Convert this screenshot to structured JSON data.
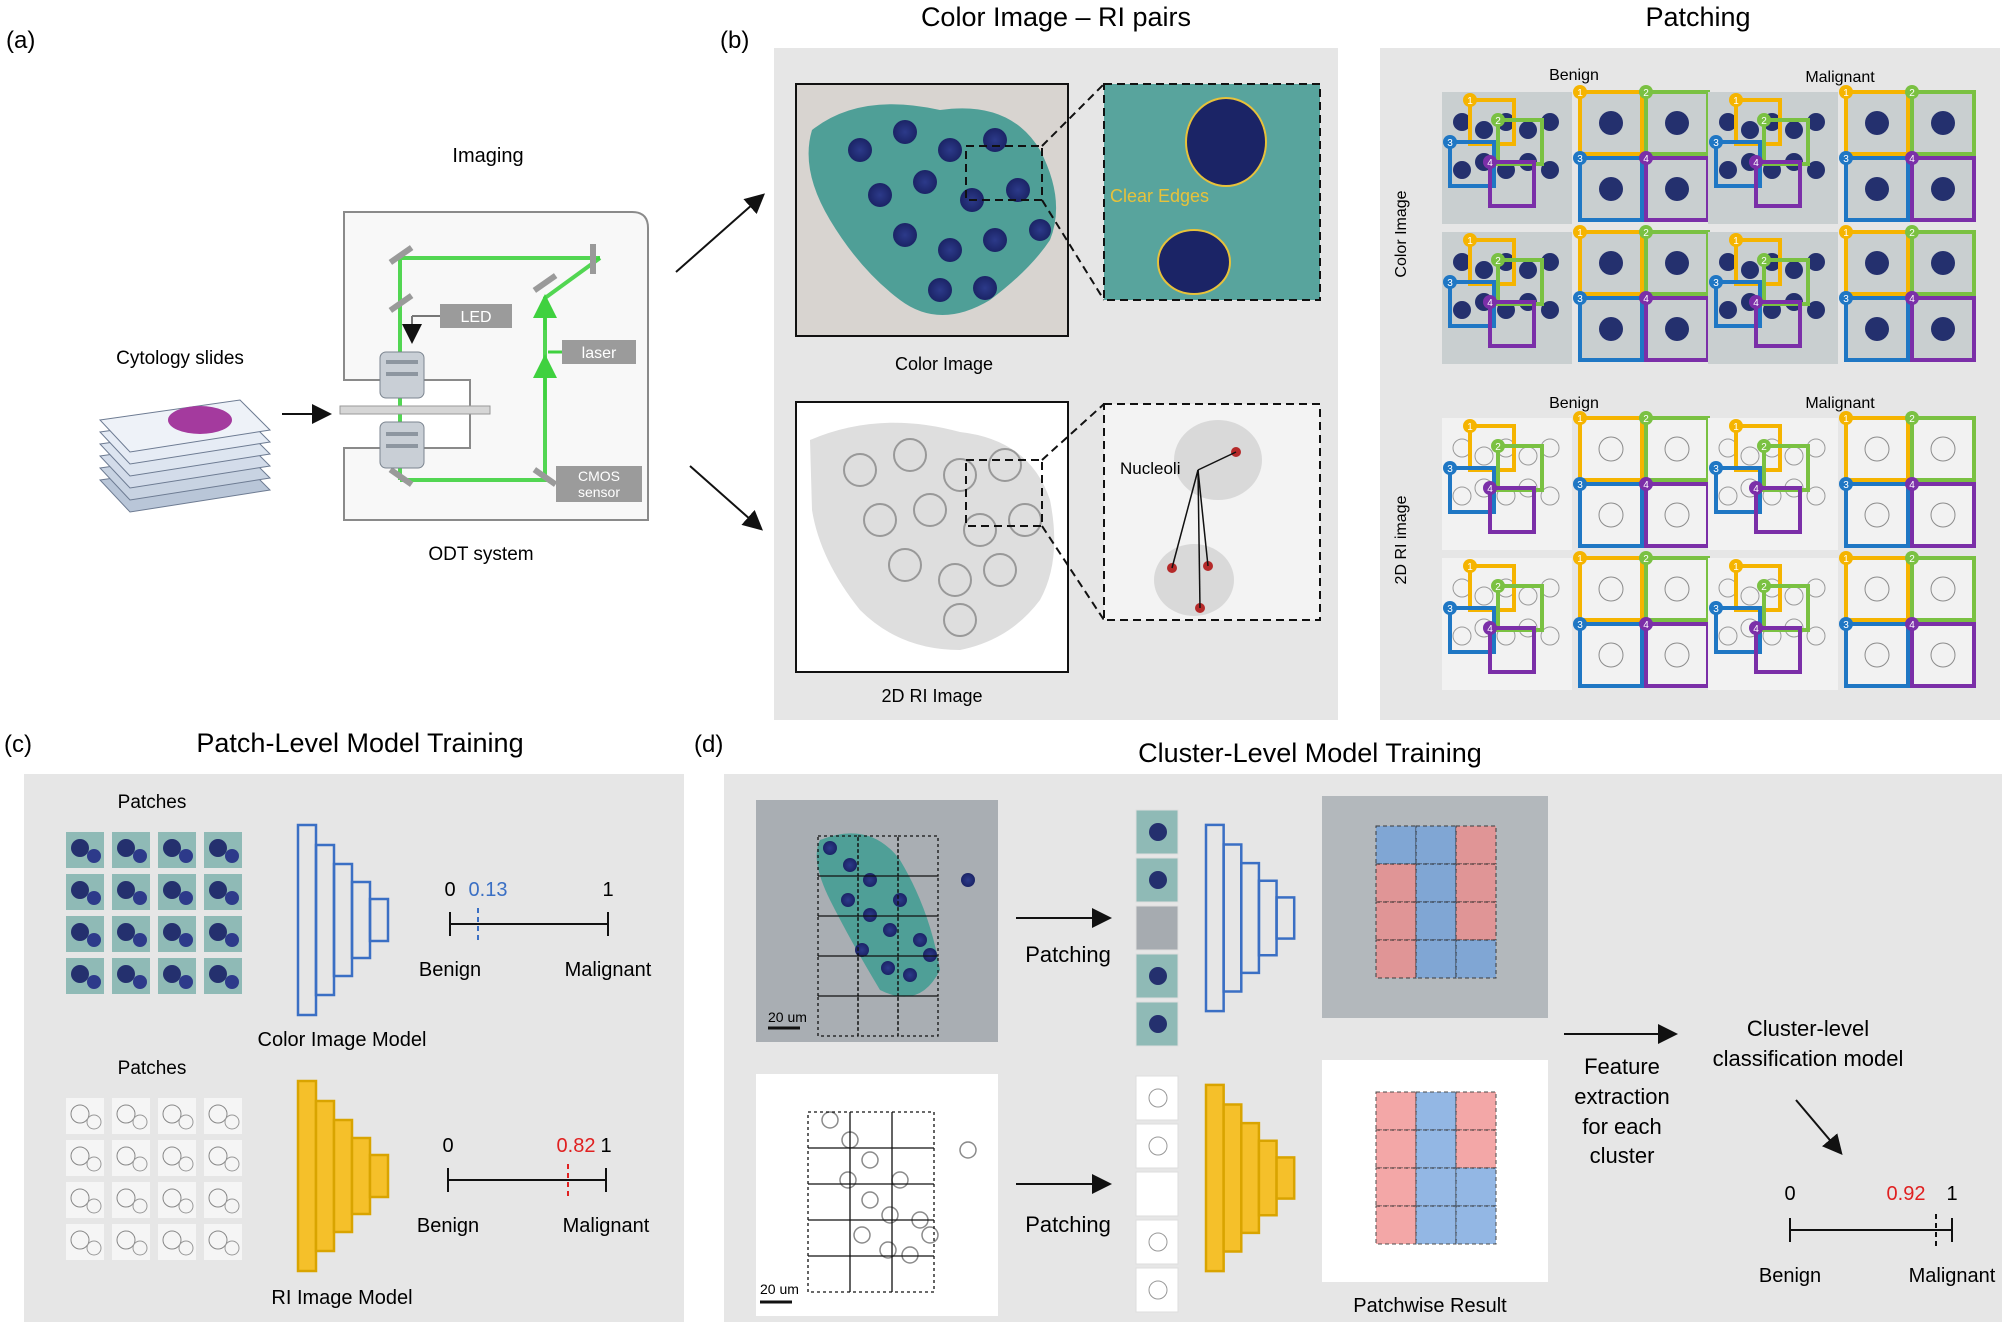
{
  "panel_a": {
    "label": "(a)",
    "imaging_title": "Imaging",
    "slides_label": "Cytology slides",
    "system_label": "ODT system",
    "led": "LED",
    "laser": "laser",
    "cmos_line1": "CMOS",
    "cmos_line2": "sensor"
  },
  "panel_b": {
    "label": "(b)",
    "title": "Color Image – RI pairs",
    "color_caption": "Color Image",
    "ri_caption": "2D RI Image",
    "clear_edges": "Clear Edges",
    "nucleoli": "Nucleoli"
  },
  "patching": {
    "title": "Patching",
    "row_label_color": "Color Image",
    "row_label_ri": "2D RI image",
    "benign": "Benign",
    "malignant": "Malignant",
    "box_numbers": [
      "1",
      "2",
      "3",
      "4"
    ],
    "box_colors": [
      "#f5b400",
      "#7ac142",
      "#1f77c4",
      "#7b2fa8"
    ]
  },
  "panel_c": {
    "label": "(c)",
    "title": "Patch-Level Model Training",
    "patches_label": "Patches",
    "color_model": "Color Image Model",
    "ri_model": "RI Image Model",
    "scale_low": "0",
    "scale_high": "1",
    "benign": "Benign",
    "malignant": "Malignant",
    "color_score": "0.13",
    "ri_score": "0.82",
    "color_score_color": "#3a6fc4",
    "ri_score_color": "#e02020"
  },
  "panel_d": {
    "label": "(d)",
    "title": "Cluster-Level Model Training",
    "patching": "Patching",
    "scale_bar": "20 um",
    "patchwise_result": "Patchwise Result",
    "feature_line1": "Feature",
    "feature_line2": "extraction",
    "feature_line3": "for each",
    "feature_line4": "cluster",
    "cluster_model_line1": "Cluster-level",
    "cluster_model_line2": "classification model",
    "scale_low": "0",
    "scale_high": "1",
    "score": "0.92",
    "benign": "Benign",
    "malignant": "Malignant"
  },
  "colors": {
    "panel_bg": "#e6e6e6",
    "color_model": "#3a6fc4",
    "ri_model": "#f5c02a",
    "laser_green": "#3fd13f",
    "benign_overlay": "#6fa0dc",
    "malignant_overlay": "#f08a8a"
  }
}
